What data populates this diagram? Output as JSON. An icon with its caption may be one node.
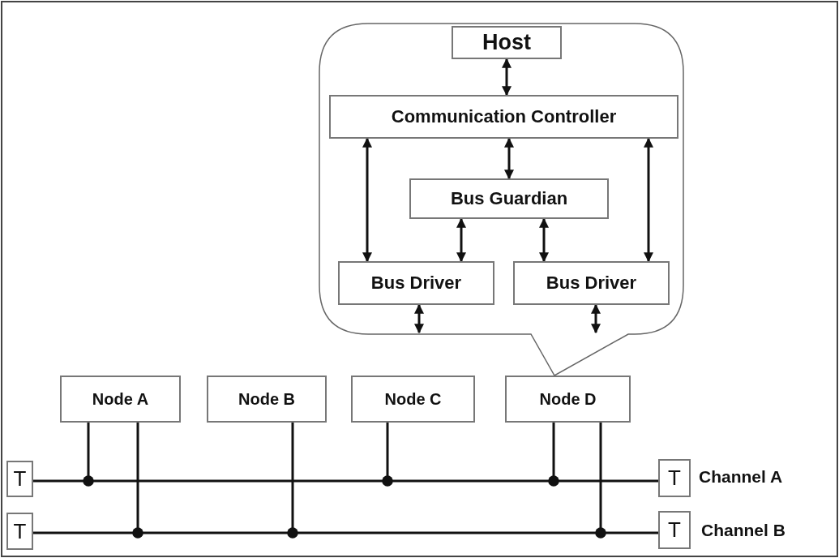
{
  "diagram": {
    "nodes": [
      {
        "text": [],
        "shape": "bubble"
      },
      {
        "text": [
          "Host"
        ],
        "in": 0
      },
      {
        "text": [
          "Communication Controller"
        ],
        "in": 0
      },
      {
        "text": [
          "Bus Guardian"
        ],
        "in": 0
      },
      {
        "text": [
          "Bus Driver"
        ],
        "in": 0
      },
      {
        "text": [
          "Bus Driver"
        ],
        "in": 0
      },
      {
        "text": [
          "Node A"
        ]
      },
      {
        "text": [
          "Node B"
        ]
      },
      {
        "text": [
          "Node C"
        ]
      },
      {
        "text": [
          "Node D"
        ]
      },
      {
        "text": [
          "T"
        ]
      },
      {
        "text": [
          "T"
        ],
        "beside": [
          "Channel A"
        ]
      },
      {
        "text": [
          "T"
        ]
      },
      {
        "text": [
          "T"
        ],
        "beside": [
          "Channel B"
        ]
      }
    ],
    "edges": [
      {
        "from": 1,
        "to": 2,
        "arrow": "both"
      },
      {
        "from": 2,
        "to": 4,
        "arrow": "both"
      },
      {
        "from": 2,
        "to": 3,
        "arrow": "both"
      },
      {
        "from": 2,
        "to": 5,
        "arrow": "both"
      },
      {
        "from": 3,
        "to": 4,
        "arrow": "both"
      },
      {
        "from": 3,
        "to": 5,
        "arrow": "both"
      },
      {
        "from": 4,
        "to": null,
        "arrow": "both"
      },
      {
        "from": 5,
        "to": null,
        "arrow": "both"
      },
      {
        "from": 10,
        "to": 11,
        "arrow": "none"
      },
      {
        "from": 12,
        "to": 13,
        "arrow": "none"
      },
      {
        "from": 6,
        "to": null,
        "arrow": "other"
      },
      {
        "from": 6,
        "to": null,
        "arrow": "other"
      },
      {
        "from": 7,
        "to": null,
        "arrow": "other"
      },
      {
        "from": 8,
        "to": null,
        "arrow": "other"
      },
      {
        "from": 9,
        "to": null,
        "arrow": "other"
      },
      {
        "from": 9,
        "to": null,
        "arrow": "other"
      }
    ]
  }
}
